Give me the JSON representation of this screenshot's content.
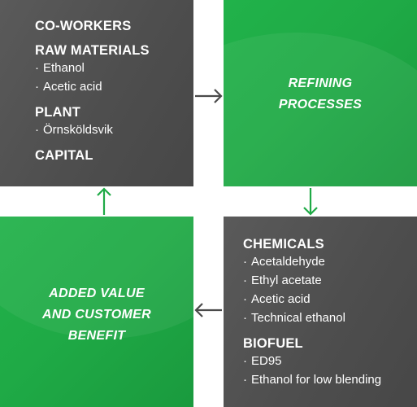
{
  "top_left": {
    "coworkers": "CO-WORKERS",
    "raw_materials": "RAW MATERIALS",
    "raw_items": [
      "Ethanol",
      "Acetic acid"
    ],
    "plant": "PLANT",
    "plant_items": [
      "Örnsköldsvik"
    ],
    "capital": "CAPITAL"
  },
  "top_right": {
    "line1": "REFINING",
    "line2": "PROCESSES"
  },
  "bottom_left": {
    "line1": "ADDED VALUE",
    "line2": "AND CUSTOMER",
    "line3": "BENEFIT"
  },
  "bottom_right": {
    "chemicals": "CHEMICALS",
    "chemical_items": [
      "Acetaldehyde",
      "Ethyl acetate",
      "Acetic acid",
      "Technical ethanol"
    ],
    "biofuel": "BIOFUEL",
    "biofuel_items": [
      "ED95",
      "Ethanol for low blending"
    ]
  },
  "colors": {
    "dark_box": "#4f4f4f",
    "green_box": "#1faa46",
    "dark_arrow": "#4a4a4a",
    "green_arrow": "#1faa46"
  }
}
